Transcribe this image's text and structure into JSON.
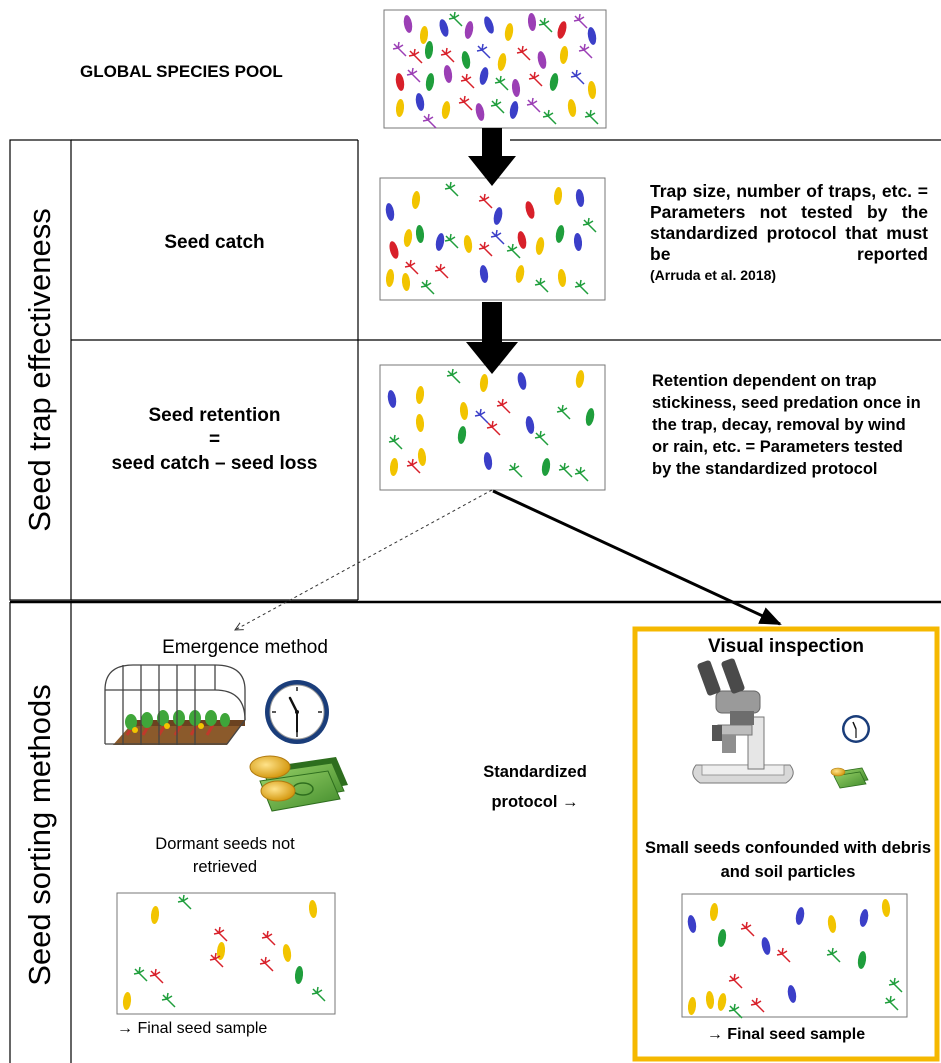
{
  "diagram": {
    "global_pool_label": "GLOBAL SPECIES POOL",
    "stage_labels": {
      "trap_effectiveness": "Seed trap effectiveness",
      "sorting_methods": "Seed sorting methods"
    },
    "seed_catch": {
      "title": "Seed catch",
      "note": "Trap size, number of traps, etc. = Parameters not tested by the standardized protocol that must be reported",
      "citation": "(Arruda et al. 2018)"
    },
    "seed_retention": {
      "title_line1": "Seed retention",
      "title_line2": "=",
      "title_line3": "seed catch – seed loss",
      "note": "Retention dependent on trap stickiness, seed predation once in the trap, decay, removal by wind or rain, etc. = Parameters tested by the standardized protocol"
    },
    "emergence": {
      "title": "Emergence method",
      "caption": "Dormant seeds not retrieved",
      "final_sample": "→ Final seed sample",
      "icons": [
        "greenhouse-icon",
        "clock-icon",
        "money-icon"
      ]
    },
    "protocol_label": "Standardized protocol →",
    "visual": {
      "title": "Visual inspection",
      "caption": "Small seeds confounded with debris and soil particles",
      "final_sample": "→ Final seed sample",
      "icons": [
        "microscope-icon",
        "clock-icon",
        "money-icon"
      ]
    },
    "colors": {
      "visual_border": "#f5b800",
      "seed_purple": "#9b3fb5",
      "seed_yellow": "#f2c400",
      "seed_blue": "#3b3fc8",
      "seed_red": "#d8202a",
      "seed_green": "#1f9e3c"
    }
  }
}
